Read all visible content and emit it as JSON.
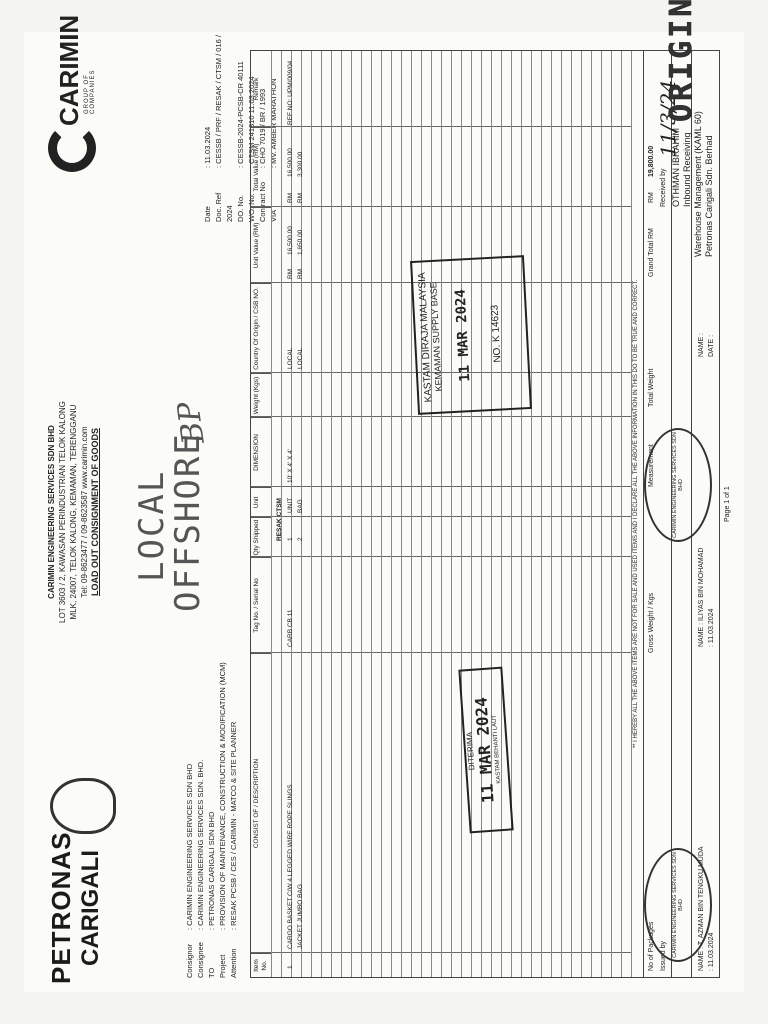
{
  "brand_left": {
    "line1": "PETRONAS",
    "line2": "CARIGALI"
  },
  "brand_right": {
    "name": "CARIMIN",
    "tag": "GROUP OF COMPANIES"
  },
  "company": {
    "name": "CARIMIN ENGINEERING SERVICES SDN BHD",
    "addr1": "LOT 3603 / 2, KAWASAN PERINDUSTRIAN TELOK KALONG",
    "addr2": "MLK, 24007, TELOK KALONG, KEMAMAN, TERENGGANU",
    "tel": "Tel: 09-8623477 / 09-8623587   www.carimin.com",
    "doc_title": "LOAD OUT CONSIGNMENT OF GOODS"
  },
  "stamps": {
    "local": "LOCAL",
    "offshore": "OFFSHORE",
    "bp": "BP",
    "original": "ORIGINAL"
  },
  "header_left": [
    {
      "label": "Consignor",
      "value": ": CARIMIN ENGINEERING SERVICES SDN BHD"
    },
    {
      "label": "Consignee",
      "value": ": CARIMIN ENGINEERING SERVICES SDN. BHD."
    },
    {
      "label": "TO",
      "value": ": PETRONAS CARIGALI SDN BHD"
    },
    {
      "label": "Project",
      "value": ": PROVISION OF MAINTENANCE, CONSTRUCTION & MODIFICATION (MCM)"
    },
    {
      "label": "Attention",
      "value": ": RESAK PCSB / CES / CARIMIN - MATCO & SITE PLANNER"
    }
  ],
  "header_right": [
    {
      "label": "Date",
      "value": ": 11.03.2024"
    },
    {
      "label": "Doc. Ref",
      "value": ": CESSB / PRF / RESAK / CTSM / 016 / 2024"
    },
    {
      "label": "DO. No.",
      "value": ": CESSB-2024-PCSB-CR 40111"
    },
    {
      "label": "WO. No.",
      "value": ": CTSM 241810 11.03.2024"
    },
    {
      "label": "Contract No",
      "value": ": CHO 7019 / BR / 1993"
    },
    {
      "label": "VIA",
      "value": ": MV. AMBER MARATHON"
    }
  ],
  "table": {
    "headers": [
      "Item No.",
      "CONSIST OF / DESCRIPTION",
      "Tag No. / Serial No",
      "Qty Shipped",
      "Unit",
      "DIMENSION",
      "Weight (Kgs)",
      "Country Of Origin / CSB NO.",
      "Unit Value (RM)",
      "Total Value (RM)",
      "Remark"
    ],
    "section": "RESAK CTSM",
    "rows": [
      {
        "item": "1",
        "desc": "CARGO BASKET C/W 4 LEGGED WIRE ROPE SLINGS",
        "tag": "CARB CB 11",
        "qty": "1",
        "unit": "UNIT",
        "dim": "10' X 4' X 4'",
        "weight": "",
        "origin": "LOCAL",
        "cur1": "RM",
        "unit_value": "16,500.00",
        "cur2": "RM",
        "total": "16,500.00",
        "remark": "REF NO: UPM/009/04"
      },
      {
        "item": "",
        "desc": "JACKET JUMBO BAG",
        "tag": "",
        "qty": "2",
        "unit": "BAG",
        "dim": "",
        "weight": "",
        "origin": "LOCAL",
        "cur1": "RM",
        "unit_value": "1,650.00",
        "cur2": "RM",
        "total": "3,300.00",
        "remark": ""
      }
    ]
  },
  "declaration": "** I HEREBY ALL THE ABOVE ITEMS ARE NOT FOR SALE AND USED ITEMS AND I DECLARE ALL THE ABOVE INFORMATION IN THIS DO TO BE TRUE AND CORRECT.",
  "footer": {
    "no_packages": "No of Packages",
    "issued_by": "Issued by",
    "gross_weight": "Gross Weight / Kgs",
    "measurement": "Measurement",
    "total_weight": "Total Weight",
    "grand_total_label": "Grand Total RM",
    "grand_total_cur": "RM",
    "grand_total": "19,800.00",
    "received_by": "Received by",
    "name_left": "NAME : T. AZMAN BIN TENGKU MUDA",
    "date_left": ": 11.03.2024",
    "name_mid": "NAME : ILIYAS BIN MOHAMAD",
    "date_mid": ": 11.03.2024",
    "name_right": "NAME :",
    "date_right": "DATE :",
    "receiver_name": "OTHMAN IBRAHIM",
    "receiver_role1": "Inbound Receiving",
    "receiver_role2": "Warehouse Management (KAML 60)",
    "receiver_org": "Petronas Carigali Sdn. Berhad",
    "handwritten_date": "11/3/24"
  },
  "stamp_customs": {
    "line1": "KASTAM DIRAJA MALAYSIA",
    "line2": "KEMAMAN SUPPLY BASE",
    "date": "11 MAR 2024",
    "no": "NO. K 14623"
  },
  "stamp_received": {
    "line1": "DITERIMA",
    "date": "11 MAR 2024",
    "note": "KASTAM BEHANTI LAUT"
  },
  "stamp_left_seal": "CARIMIN ENGINEERING SERVICES SDN BHD",
  "page": "Page 1 of 1"
}
